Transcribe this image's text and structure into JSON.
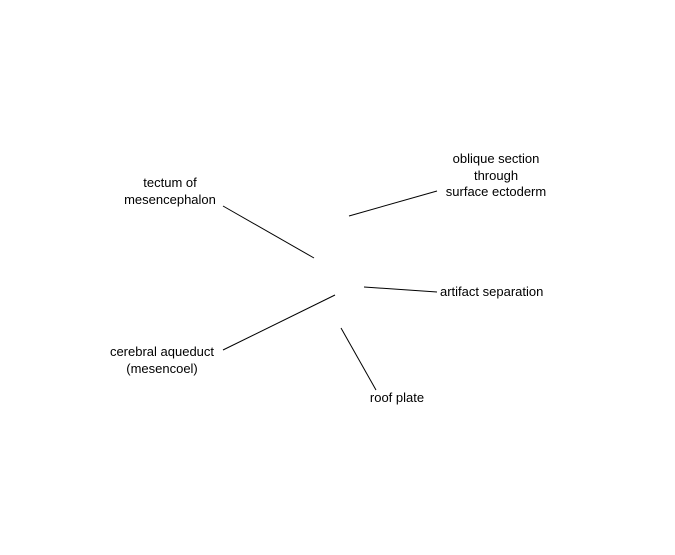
{
  "diagram": {
    "labels": {
      "tectum": [
        "tectum of",
        "mesencephalon"
      ],
      "oblique_section": [
        "oblique section",
        "through",
        "surface ectoderm"
      ],
      "artifact_separation": "artifact separation",
      "cerebral_aqueduct": [
        "cerebral aqueduct",
        "(mesencoel)"
      ],
      "roof_plate": "roof plate"
    },
    "colors": {
      "background": "#ffffff",
      "lines": "#000000",
      "text": "#000000"
    }
  }
}
